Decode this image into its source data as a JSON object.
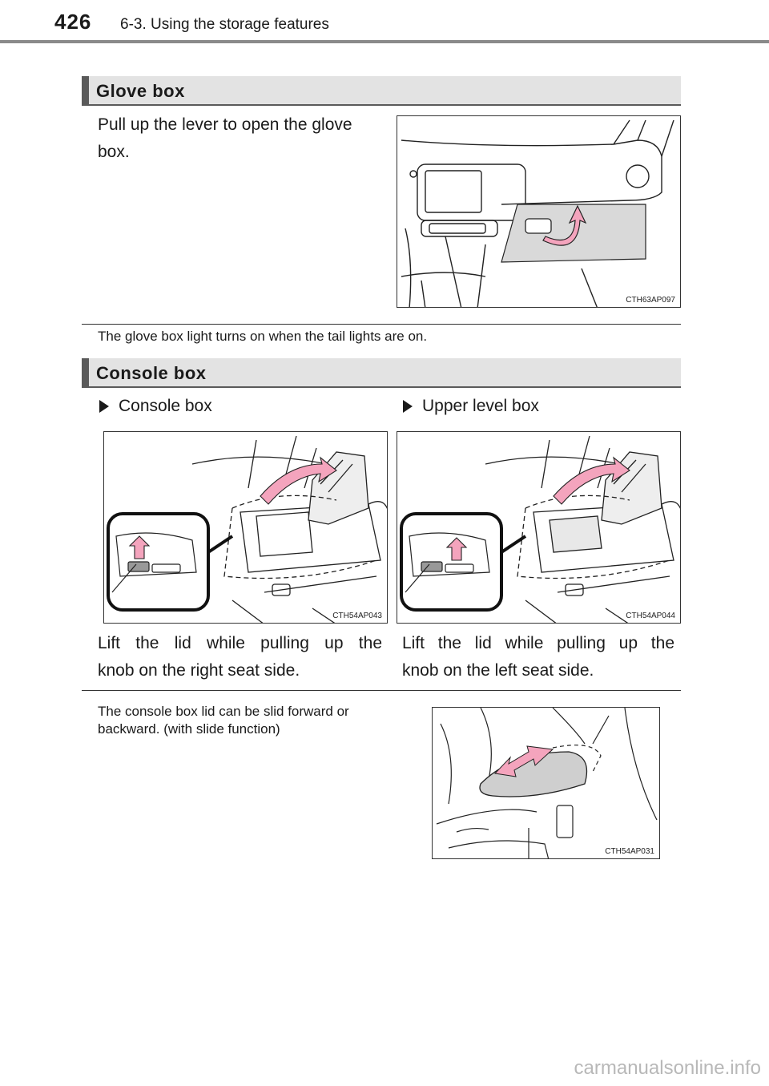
{
  "header": {
    "page_number": "426",
    "running_title": "6-3. Using the storage features"
  },
  "glove_box": {
    "title": "Glove box",
    "instruction_line1": "Pull up the lever to open the glove",
    "instruction_line2": "box.",
    "figure_code": "CTH63AP097",
    "note": "The glove box light turns on when the tail lights are on."
  },
  "console_box": {
    "title": "Console box",
    "left": {
      "label": "Console box",
      "figure_code": "CTH54AP043",
      "caption_line1": "Lift the lid while pulling up the",
      "caption_line2": "knob on the right seat side."
    },
    "right": {
      "label": "Upper level box",
      "figure_code": "CTH54AP044",
      "caption_line1": "Lift the lid while pulling up the",
      "caption_line2": "knob on the left seat side."
    },
    "slide_note_line1": "The console box lid can be slid forward or",
    "slide_note_line2": "backward. (with slide function)",
    "slide_figure_code": "CTH54AP031"
  },
  "watermark": "carmanualsonline.info",
  "colors": {
    "arrow_pink": "#f4a4bd",
    "section_bar": "#e3e3e3",
    "section_border": "#5a5a5a"
  }
}
